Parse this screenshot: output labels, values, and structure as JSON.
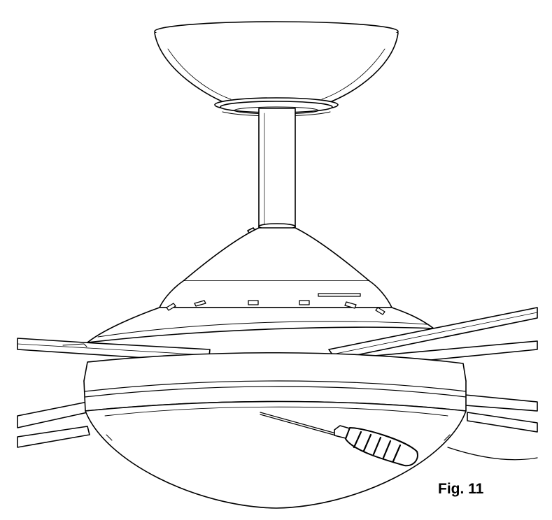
{
  "figure": {
    "caption": "Fig. 11",
    "line_color": "#000000",
    "background_color": "#ffffff",
    "parts": [
      "canopy",
      "downrod",
      "motor-housing",
      "fan-blades",
      "switch-housing",
      "glass-bowl",
      "screwdriver"
    ]
  }
}
